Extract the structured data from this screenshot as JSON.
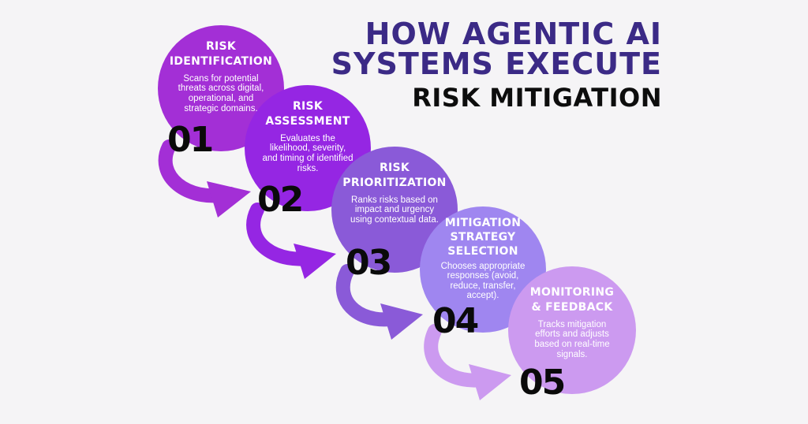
{
  "title": {
    "line1": "HOW AGENTIC AI",
    "line2": "SYSTEMS EXECUTE",
    "line3": "RISK MITIGATION"
  },
  "colors": {
    "title": "#3b2a86",
    "step1": "#a32fd6",
    "step2": "#9526e3",
    "step3": "#8a5ad8",
    "step4": "#9f86f0",
    "step5": "#cc9af0"
  },
  "steps": [
    {
      "number": "01",
      "title": "RISK\nIDENTIFICATION",
      "description": "Scans for potential threats across digital, operational, and strategic domains."
    },
    {
      "number": "02",
      "title": "RISK\nASSESSMENT",
      "description": "Evaluates the likelihood, severity, and timing of identified risks."
    },
    {
      "number": "03",
      "title": "RISK\nPRIORITIZATION",
      "description": "Ranks risks based on impact and urgency using contextual data."
    },
    {
      "number": "04",
      "title": "MITIGATION\nSTRATEGY\nSELECTION",
      "description": "Chooses appropriate responses (avoid, reduce, transfer, accept)."
    },
    {
      "number": "05",
      "title": "MONITORING\n& FEEDBACK",
      "description": "Tracks mitigation efforts and adjusts based on real-time signals."
    }
  ]
}
